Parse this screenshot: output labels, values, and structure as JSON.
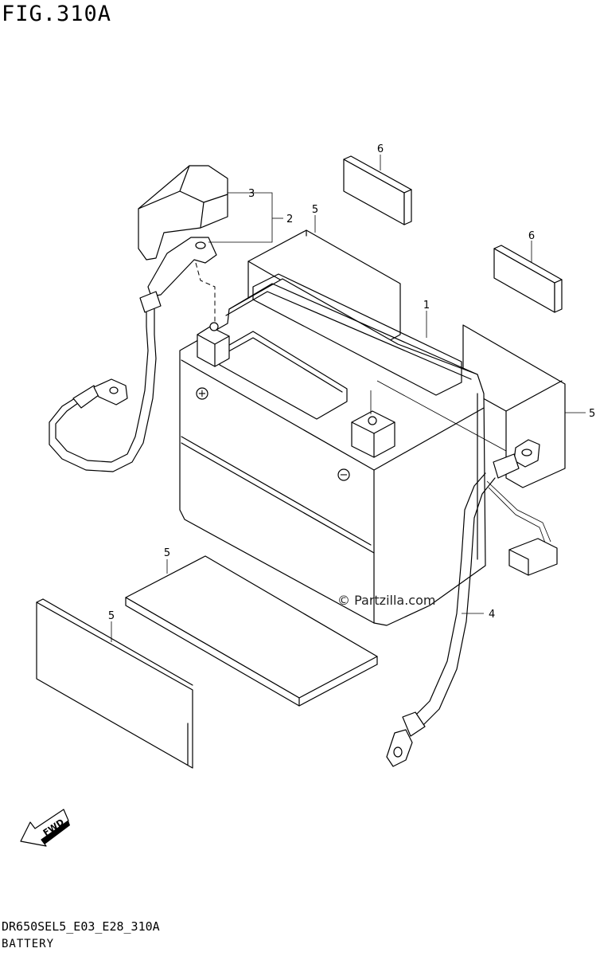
{
  "figure": {
    "title": "FIG.310A",
    "code": "DR650SEL5_E03_E28_310A",
    "name": "BATTERY"
  },
  "watermark": "© Partzilla.com",
  "fwd_label": "FWD",
  "callouts": {
    "battery": "1",
    "cable_plus_assy": "2",
    "cover": "3",
    "cable_minus": "4",
    "pad_a": "5",
    "pad_b": "5",
    "pad_c": "5",
    "pad_d": "5",
    "cushion_a": "6",
    "cushion_b": "6"
  },
  "terminals": {
    "plus": "+",
    "minus": "−"
  }
}
